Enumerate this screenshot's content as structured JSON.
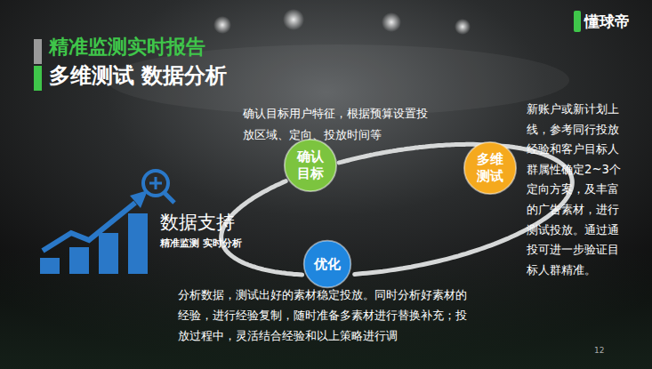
{
  "diagram": {
    "title": "精准监测实时报告",
    "nodes": [
      {
        "text": [
          "确认目标"
        ]
      },
      {
        "text": [
          "多维测试"
        ]
      },
      {
        "text": [
          "优化"
        ]
      }
    ],
    "edges": [
      {
        "from": 0,
        "to": 1,
        "arrow": "none"
      },
      {
        "from": 1,
        "to": 2,
        "arrow": "none"
      },
      {
        "from": 2,
        "to": 0,
        "arrow": "none"
      }
    ],
    "labels": [
      "多维测试 数据分析",
      "懂球帝",
      "确认目标用户特征，根据预算设置投放区域、定向、投放时间等",
      "新账户或新计划上线，参考同行投放经验和客户目标人群属性确定2~3个定向方案，及丰富的广告素材，进行测试投放。通过通投可进一步验证目标人群精准。",
      "分析数据，测试出好的素材稳定投放。同时分析好素材的经验，进行经验复制，随时准备多素材进行替换补充；投放过程中，灵活结合经验和以上策略进行调",
      "数据支持",
      "精准监测 实时分析",
      "12"
    ]
  }
}
